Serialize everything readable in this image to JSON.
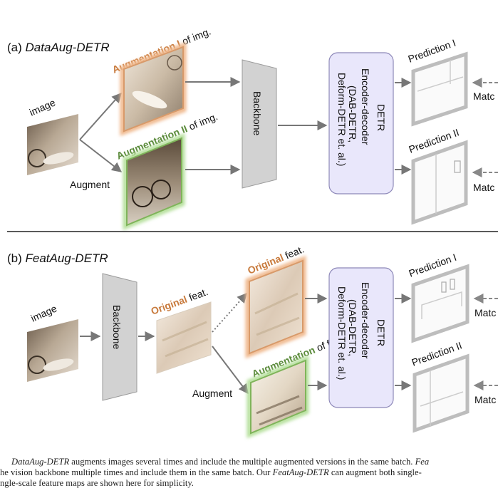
{
  "colors": {
    "orange": "#c87a3c",
    "green": "#5a8a3a",
    "decoder_fill": "#e9e7fb",
    "backbone_fill": "#d2d2d2",
    "arrow": "#777777"
  },
  "section_a": {
    "prefix": "(a) ",
    "title": "DataAug-DETR",
    "image_label": "image",
    "augment_label": "Augment",
    "aug1_colored": "Augmentation I",
    "aug1_rest": " of img.",
    "aug2_colored": "Augmentation II",
    "aug2_rest": " of img.",
    "backbone": "Backbone",
    "decoder_title": "DETR",
    "decoder_sub": "Encoder-decoder",
    "decoder_note1": "(DAB-DETR,",
    "decoder_note2": "Deform-DETR et. al.)",
    "pred1": "Prediction I",
    "pred2": "Prediction II",
    "match1": "Matc",
    "match2": "Matc"
  },
  "section_b": {
    "prefix": "(b) ",
    "title": "FeatAug-DETR",
    "image_label": "image",
    "backbone": "Backbone",
    "orig_feat_colored": "Original",
    "orig_feat_rest": " feat.",
    "orig_colored": "Original",
    "orig_rest": " feat.",
    "aug_colored": "Augmentation",
    "aug_rest": " of feat",
    "augment_label": "Augment",
    "decoder_title": "DETR",
    "decoder_sub": "Encoder-decoder",
    "decoder_note1": "(DAB-DETR,",
    "decoder_note2": "Deform-DETR et. al.)",
    "pred1": "Prediction I",
    "pred2": "Prediction II",
    "match1": "Matc",
    "match2": "Matc"
  },
  "caption": {
    "line1_a": "DataAug-DETR",
    "line1_b": " augments images several times and include the multiple augmented versions in the same batch. ",
    "line1_c": "Fea",
    "line2_a": "he vision backbone multiple times and include them in the same batch. Our ",
    "line2_b": "FeatAug-DETR",
    "line2_c": " can augment both single-",
    "line3": "ngle-scale feature maps are shown here for simplicity."
  }
}
